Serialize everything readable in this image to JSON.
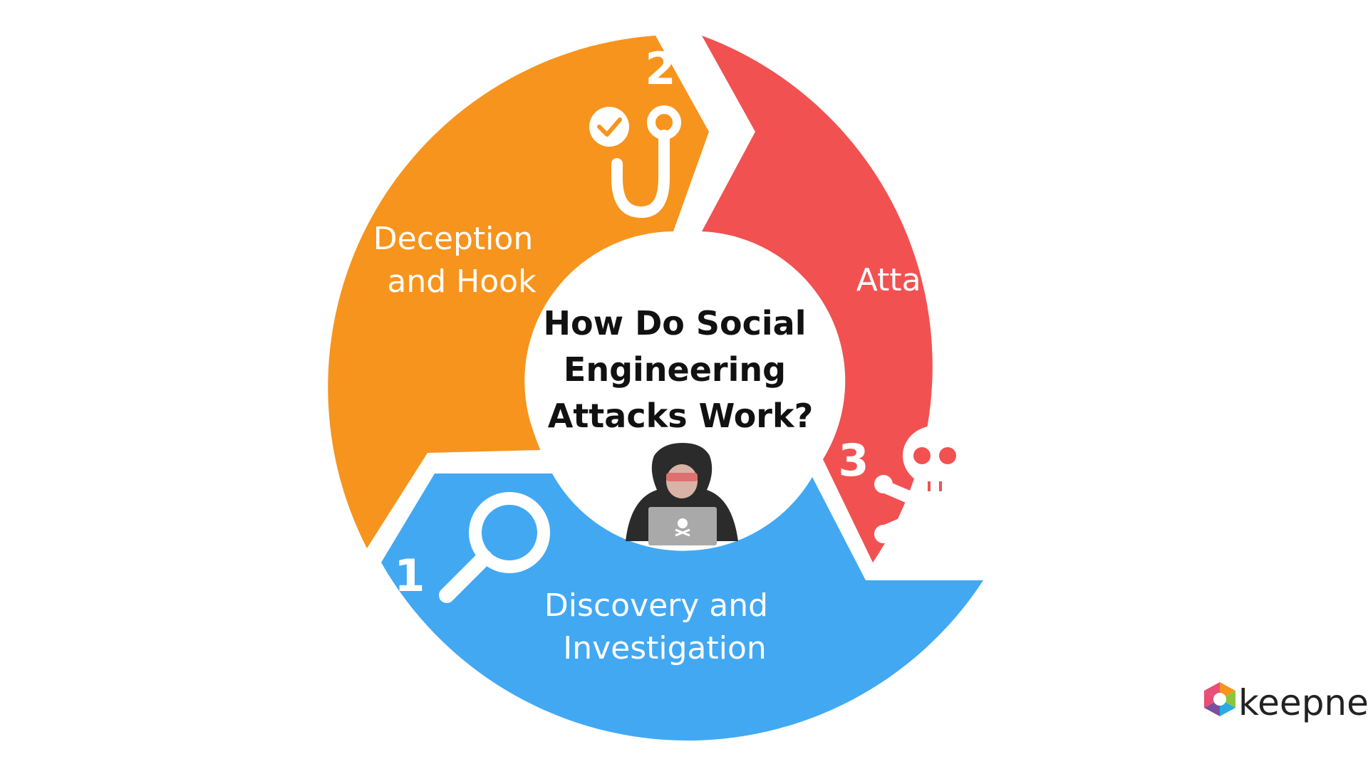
{
  "center": {
    "title_lines": [
      "How Do Social",
      "Engineering",
      "Attacks Work?"
    ]
  },
  "steps": [
    {
      "number": "1",
      "label_lines": [
        "Discovery and",
        "Investigation"
      ],
      "color": "#42A8F2",
      "icon": "magnifier-icon"
    },
    {
      "number": "2",
      "label_lines": [
        "Deception",
        "and Hook"
      ],
      "color": "#F7941D",
      "icon": "fishing-hook-icon"
    },
    {
      "number": "3",
      "label_lines": [
        "Attack"
      ],
      "color": "#F25151",
      "icon": "skull-crossbones-icon"
    }
  ],
  "brand": {
    "name": "keepnet",
    "logo_colors": [
      "#E94E77",
      "#F7941D",
      "#8BC53F",
      "#29ABE2",
      "#7B4FA0"
    ]
  },
  "figure": {
    "name": "hooded-hacker",
    "laptop_icon": "skull-icon"
  }
}
